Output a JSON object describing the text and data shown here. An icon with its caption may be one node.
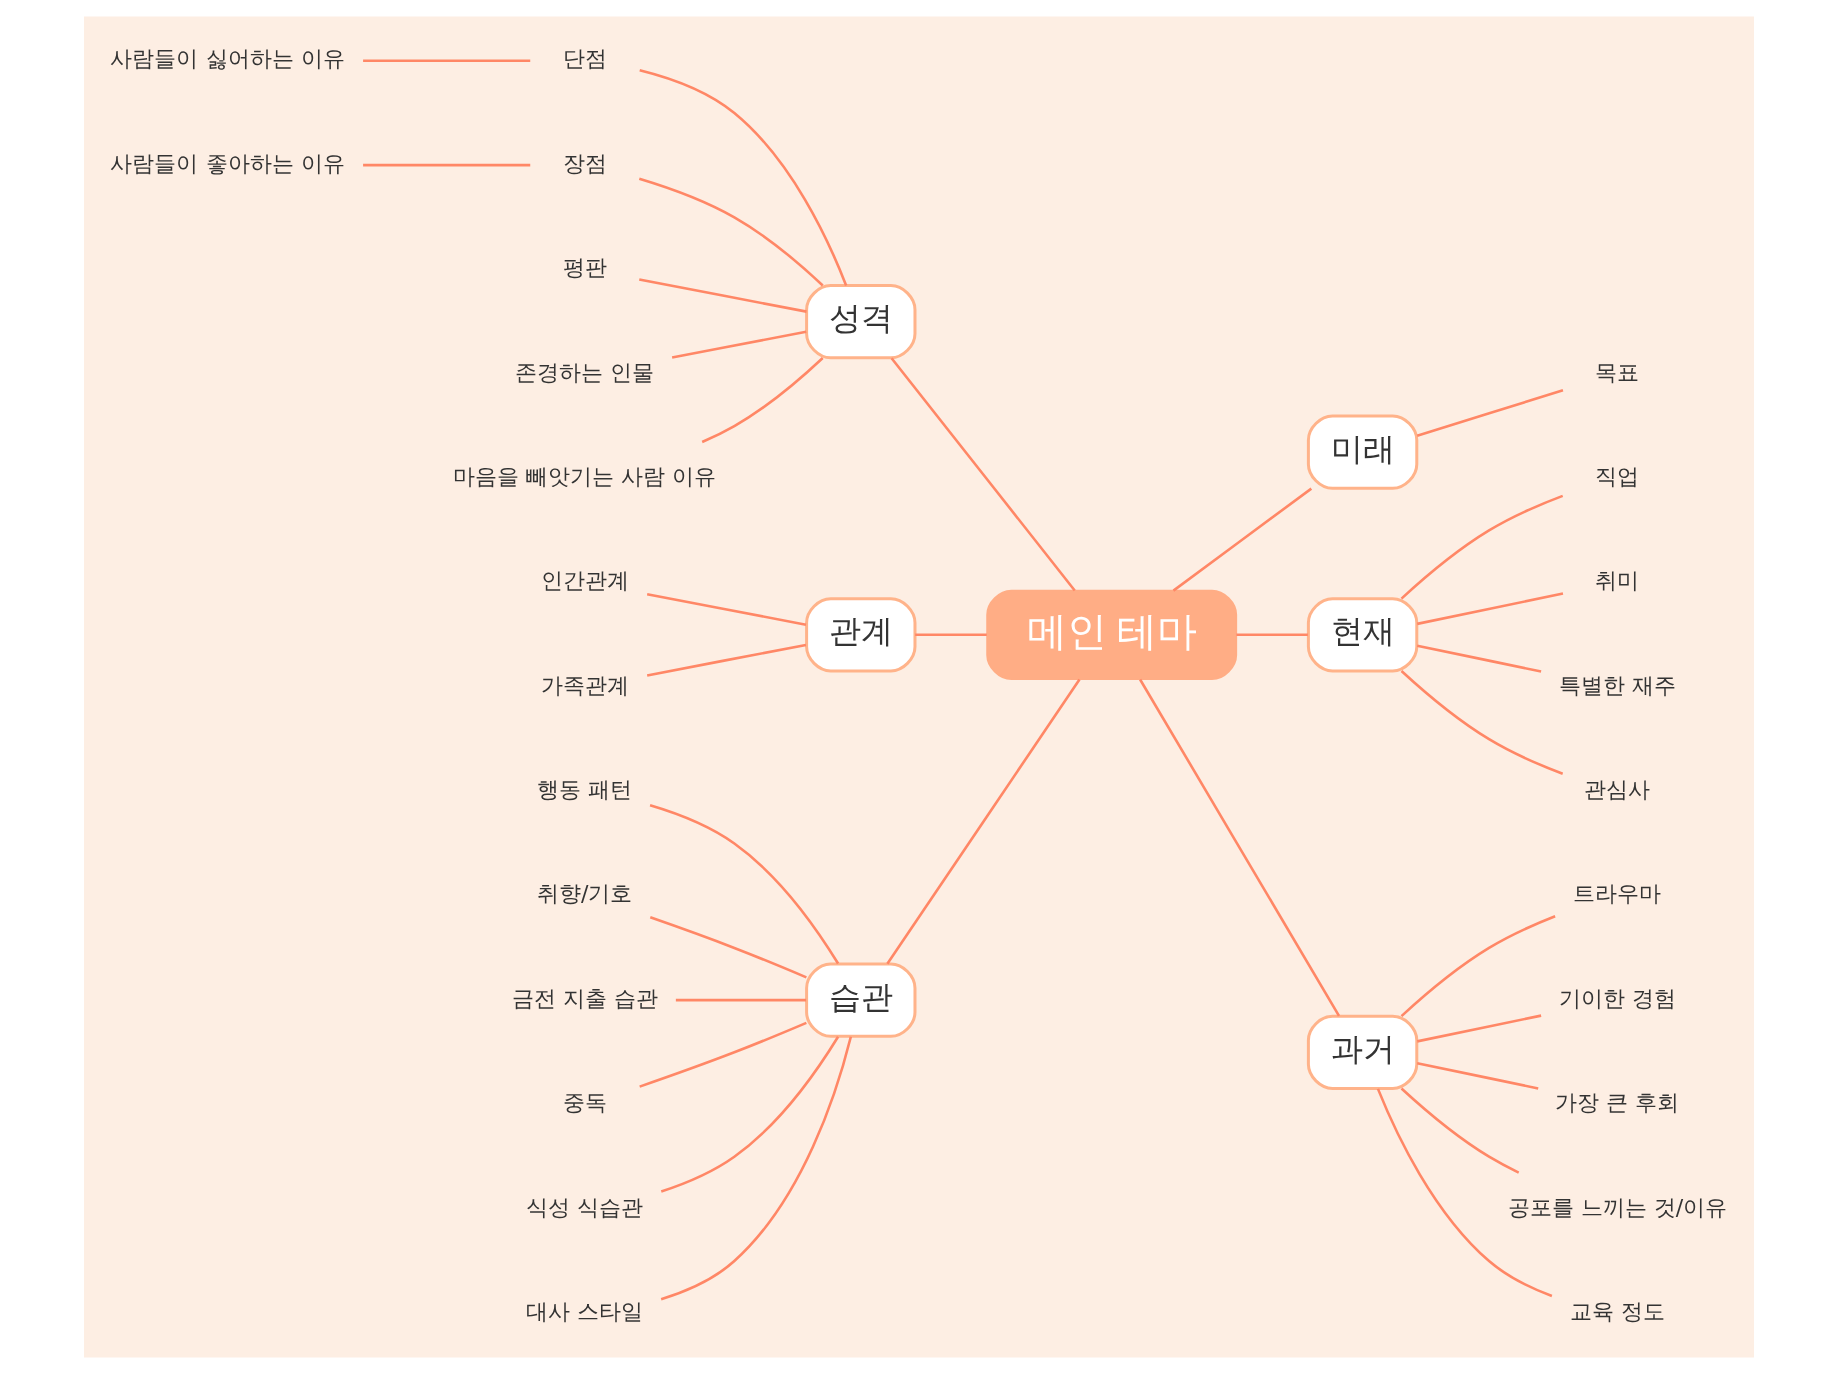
{
  "diagram": {
    "nodes": [
      {
        "text": [
          "메인 테마"
        ]
      },
      {
        "text": [
          "성격"
        ]
      },
      {
        "text": [
          "사람들이 싫어하는 이유"
        ]
      },
      {
        "text": [
          "단점"
        ]
      },
      {
        "text": [
          "사람들이 좋아하는 이유"
        ]
      },
      {
        "text": [
          "장점"
        ]
      },
      {
        "text": [
          "평판"
        ]
      },
      {
        "text": [
          "존경하는 인물"
        ]
      },
      {
        "text": [
          "마음을 빼앗기는 사람 이유"
        ]
      },
      {
        "text": [
          "관계"
        ]
      },
      {
        "text": [
          "인간관계"
        ]
      },
      {
        "text": [
          "가족관계"
        ]
      },
      {
        "text": [
          "습관"
        ]
      },
      {
        "text": [
          "행동 패턴"
        ]
      },
      {
        "text": [
          "취향/기호"
        ]
      },
      {
        "text": [
          "금전 지출 습관"
        ]
      },
      {
        "text": [
          "중독"
        ]
      },
      {
        "text": [
          "식성 식습관"
        ]
      },
      {
        "text": [
          "대사 스타일"
        ]
      },
      {
        "text": [
          "미래"
        ]
      },
      {
        "text": [
          "목표"
        ]
      },
      {
        "text": [
          "현재"
        ]
      },
      {
        "text": [
          "직업"
        ]
      },
      {
        "text": [
          "취미"
        ]
      },
      {
        "text": [
          "특별한 재주"
        ]
      },
      {
        "text": [
          "관심사"
        ]
      },
      {
        "text": [
          "과거"
        ]
      },
      {
        "text": [
          "트라우마"
        ]
      },
      {
        "text": [
          "기이한 경험"
        ]
      },
      {
        "text": [
          "가장 큰 후회"
        ]
      },
      {
        "text": [
          "공포를 느끼는 것/이유"
        ]
      },
      {
        "text": [
          "교육 정도"
        ]
      }
    ],
    "edges": [
      {
        "from": 1,
        "to": 0,
        "arrow": "none"
      },
      {
        "from": 2,
        "to": 3,
        "arrow": "none"
      },
      {
        "from": 3,
        "to": 1,
        "arrow": "none"
      },
      {
        "from": 4,
        "to": 5,
        "arrow": "none"
      },
      {
        "from": 5,
        "to": 1,
        "arrow": "none"
      },
      {
        "from": 6,
        "to": 1,
        "arrow": "none"
      },
      {
        "from": 7,
        "to": 1,
        "arrow": "none"
      },
      {
        "from": 8,
        "to": 1,
        "arrow": "none"
      },
      {
        "from": 9,
        "to": 0,
        "arrow": "none"
      },
      {
        "from": 10,
        "to": 9,
        "arrow": "none"
      },
      {
        "from": 11,
        "to": 9,
        "arrow": "none"
      },
      {
        "from": 12,
        "to": 0,
        "arrow": "none"
      },
      {
        "from": 13,
        "to": 12,
        "arrow": "none"
      },
      {
        "from": 14,
        "to": 12,
        "arrow": "none"
      },
      {
        "from": 15,
        "to": 12,
        "arrow": "none"
      },
      {
        "from": 16,
        "to": 12,
        "arrow": "none"
      },
      {
        "from": 17,
        "to": 12,
        "arrow": "none"
      },
      {
        "from": 18,
        "to": 12,
        "arrow": "none"
      },
      {
        "from": 0,
        "to": 19,
        "arrow": "none"
      },
      {
        "from": 19,
        "to": 20,
        "arrow": "none"
      },
      {
        "from": 0,
        "to": 21,
        "arrow": "none"
      },
      {
        "from": 21,
        "to": 22,
        "arrow": "none"
      },
      {
        "from": 21,
        "to": 23,
        "arrow": "none"
      },
      {
        "from": 21,
        "to": 24,
        "arrow": "none"
      },
      {
        "from": 21,
        "to": 25,
        "arrow": "none"
      },
      {
        "from": 0,
        "to": 26,
        "arrow": "none"
      },
      {
        "from": 26,
        "to": 27,
        "arrow": "none"
      },
      {
        "from": 26,
        "to": 28,
        "arrow": "none"
      },
      {
        "from": 26,
        "to": 29,
        "arrow": "none"
      },
      {
        "from": 26,
        "to": 30,
        "arrow": "none"
      },
      {
        "from": 26,
        "to": 31,
        "arrow": "none"
      }
    ]
  }
}
